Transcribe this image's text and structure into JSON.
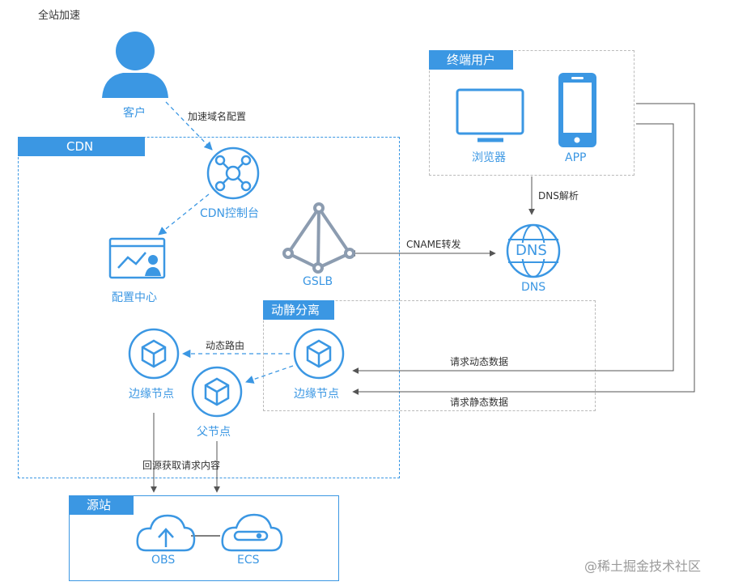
{
  "title": "全站加速",
  "groups": {
    "terminal": "终端用户",
    "cdn": "CDN",
    "dynamic_static": "动静分离",
    "origin": "源站"
  },
  "nodes": {
    "customer": "客户",
    "cdn_console": "CDN控制台",
    "config_center": "配置中心",
    "gslb": "GSLB",
    "browser": "浏览器",
    "app": "APP",
    "dns": "DNS",
    "dns_badge": "DNS",
    "edge_left": "边缘节点",
    "edge_right": "边缘节点",
    "parent": "父节点",
    "obs": "OBS",
    "ecs": "ECS"
  },
  "edges": {
    "config_domain": "加速域名配置",
    "dns_resolve": "DNS解析",
    "cname_forward": "CNAME转发",
    "dynamic_route": "动态路由",
    "request_dynamic": "请求动态数据",
    "request_static": "请求静态数据",
    "origin_fetch": "回源获取请求内容"
  },
  "watermark": "@稀土掘金技术社区",
  "colors": {
    "accent": "#3b97e3",
    "line": "#666666"
  },
  "icons": [
    "user-icon",
    "network-hub-icon",
    "dashboard-icon",
    "gslb-triangle-icon",
    "monitor-icon",
    "phone-icon",
    "dns-globe-icon",
    "cube-node-icon",
    "upload-cloud-icon",
    "server-cloud-icon"
  ]
}
